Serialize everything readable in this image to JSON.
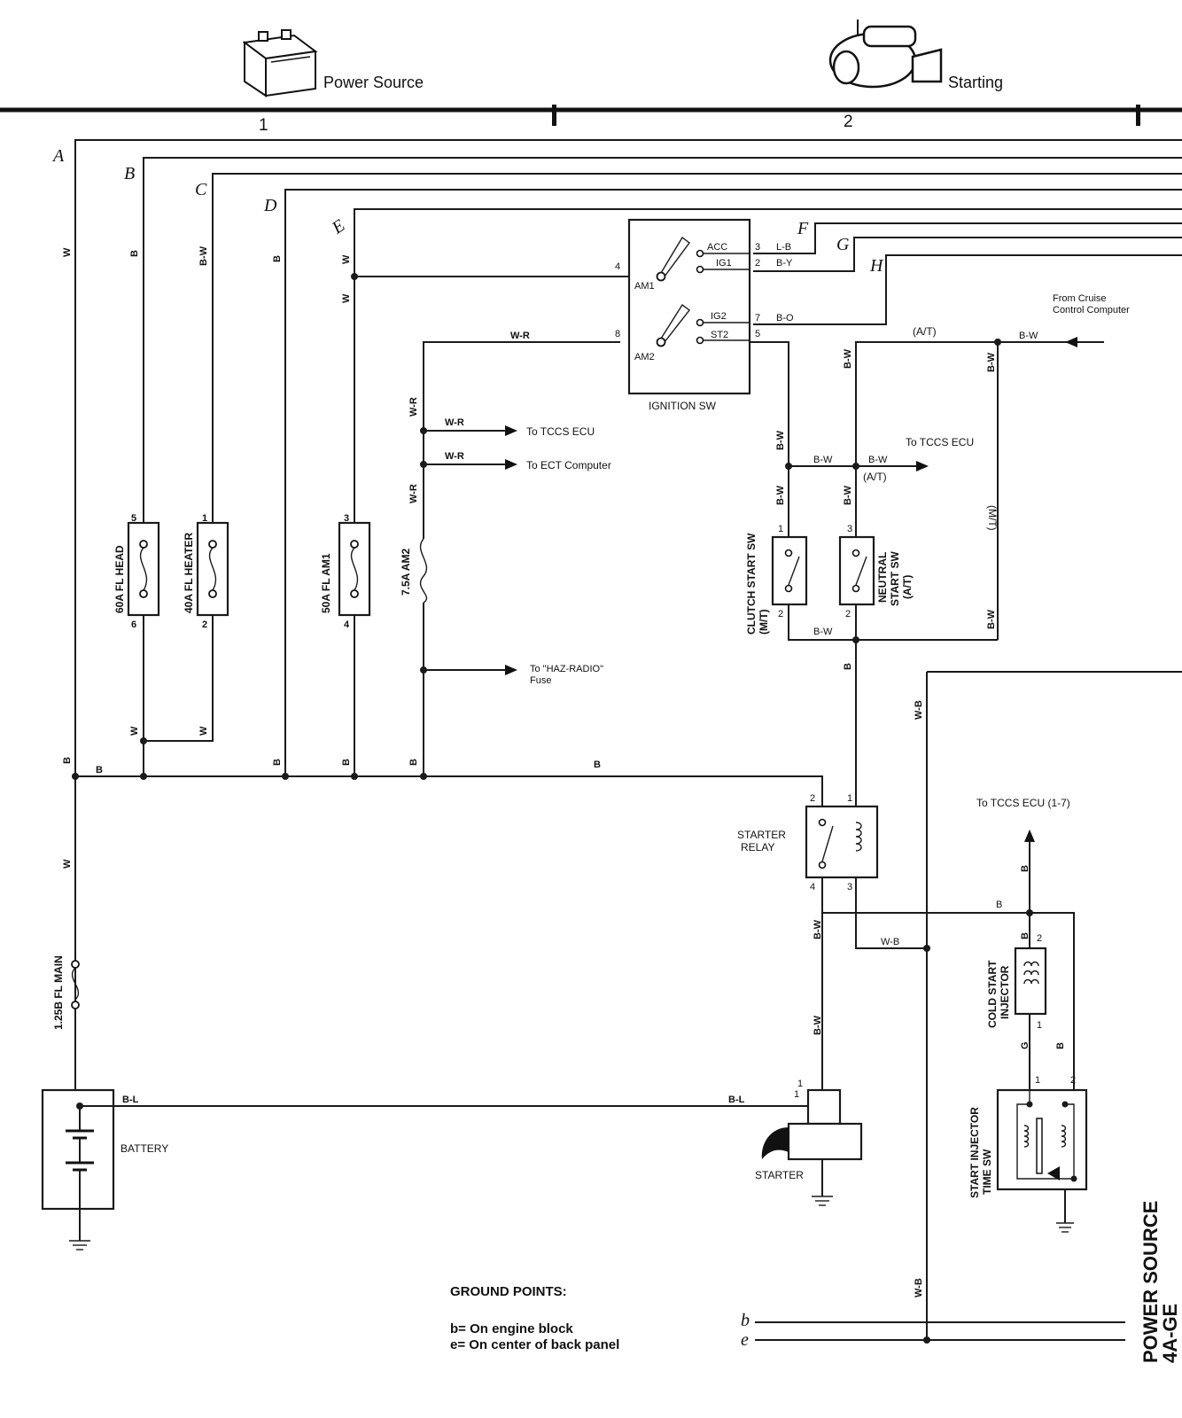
{
  "header": {
    "sections": [
      {
        "number": "1",
        "title": "Power Source",
        "icon": "battery-icon"
      },
      {
        "number": "2",
        "title": "Starting",
        "icon": "starter-motor-icon"
      }
    ]
  },
  "side_title": {
    "line1": "POWER SOURCE",
    "line2": "4A-GE"
  },
  "bus_letters": [
    "A",
    "B",
    "C",
    "D",
    "E",
    "F",
    "G",
    "H"
  ],
  "ground_letters": [
    "b",
    "e"
  ],
  "ground_points": {
    "title": "GROUND POINTS:",
    "items": [
      "b= On engine block",
      "e= On center of back panel"
    ]
  },
  "components": {
    "ignition_sw": "IGNITION SW",
    "battery": "BATTERY",
    "starter": "STARTER",
    "starter_relay_1": "STARTER",
    "starter_relay_2": "RELAY",
    "clutch_1": "CLUTCH START SW",
    "clutch_2": "(M/T)",
    "neutral_1": "NEUTRAL",
    "neutral_2": "START SW",
    "neutral_3": "(A/T)",
    "cold_1": "COLD START",
    "cold_2": "INJECTOR",
    "time_1": "START INJECTOR",
    "time_2": "TIME SW"
  },
  "fuses": {
    "head": "60A FL HEAD",
    "heater": "40A FL HEATER",
    "am1": "50A FL AM1",
    "am2": "7.5A AM2",
    "main": "1.25B FL MAIN"
  },
  "switch_terminals": {
    "acc": "ACC",
    "ig1": "IG1",
    "ig2": "IG2",
    "st2": "ST2",
    "am1": "AM1",
    "am2": "AM2",
    "p3": "3",
    "p2": "2",
    "p7": "7",
    "p5": "5",
    "p4": "4",
    "p8": "8"
  },
  "annotations": {
    "to_tccs_ecu": "To TCCS ECU",
    "to_ect": "To ECT Computer",
    "to_haz_1": "To \"HAZ-RADIO\"",
    "to_haz_2": "Fuse",
    "to_tccs_ecu_right": "To TCCS ECU",
    "to_tccs_ecu_17": "To TCCS ECU (1-7)",
    "from_cruise_1": "From Cruise",
    "from_cruise_2": "Control Computer",
    "at_1": "(A/T)",
    "at_2": "(A/T)",
    "mt": "(M/T)"
  },
  "wire_colors": {
    "W": "W",
    "B": "B",
    "BW": "B-W",
    "WR": "W-R",
    "LB": "L-B",
    "BY": "B-Y",
    "BO": "B-O",
    "BL": "B-L",
    "WB": "W-B",
    "G": "G"
  },
  "pins": {
    "n1": "1",
    "n2": "2",
    "n3": "3",
    "n4": "4",
    "n5": "5",
    "n6": "6"
  }
}
